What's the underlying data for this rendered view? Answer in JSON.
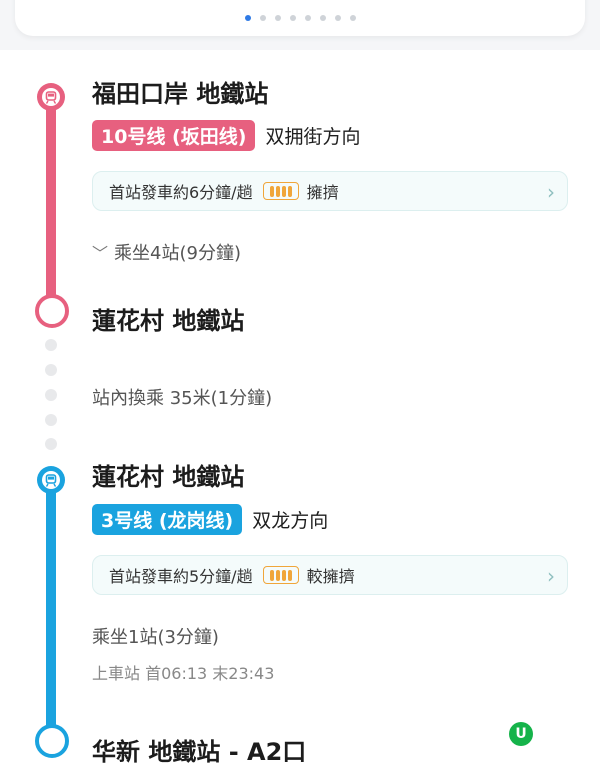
{
  "pagination": {
    "count": 8,
    "active_index": 0
  },
  "colors": {
    "line10": "#e7607f",
    "line3": "#1aa3df",
    "crowd": "#f0a63a"
  },
  "segments": [
    {
      "station": "福田口岸 地鐵站",
      "line": "10号线 (坂田线)",
      "direction": "双拥街方向",
      "frequency": "首站發車約6分鐘/趟",
      "crowd": "擁擠",
      "ride": "乘坐4站(9分鐘)"
    },
    {
      "station": "蓮花村 地鐵站"
    }
  ],
  "transfer": "站內換乘 35米(1分鐘)",
  "segment2": {
    "station": "蓮花村 地鐵站",
    "line": "3号线 (龙岗线)",
    "direction": "双龙方向",
    "frequency": "首站發車約5分鐘/趟",
    "crowd": "較擁擠",
    "ride": "乘坐1站(3分鐘)",
    "schedule": "上車站 首06:13  末23:43"
  },
  "next_station": "华新 地鐵站 - A2口",
  "logo_letter": "U"
}
